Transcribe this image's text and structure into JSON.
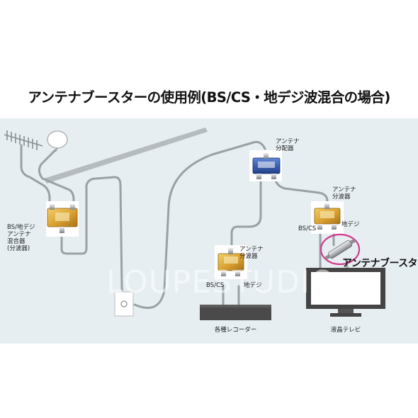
{
  "title": "アンテナブースターの使用例(BS/CS・地デジ波混合の場合)",
  "labels": {
    "mixer_line1": "BS/地デジ",
    "mixer_line2": "アンテナ",
    "mixer_line3": "混合器",
    "mixer_line4": "(分波器)",
    "distributor_line1": "アンテナ",
    "distributor_line2": "分配器",
    "sep_right_line1": "アンテナ",
    "sep_right_line2": "分波器",
    "sep_right_bscs": "BS/CS",
    "sep_right_terrestrial": "地デジ",
    "sep_mid_line1": "アンテナ",
    "sep_mid_line2": "分波器",
    "sep_mid_bscs": "BS/CS",
    "sep_mid_terrestrial": "地デジ",
    "booster": "アンテナブースター",
    "recorder": "各種レコーダー",
    "tv": "液晶テレビ"
  },
  "watermark": "LOUPESTUDIO",
  "colors": {
    "panel_bg": "#e6eef2",
    "cable": "#9aa1a6",
    "splitter_gold": "#d9a030",
    "distributor_blue": "#2a4fa0",
    "booster_ring": "#d23c8c"
  }
}
